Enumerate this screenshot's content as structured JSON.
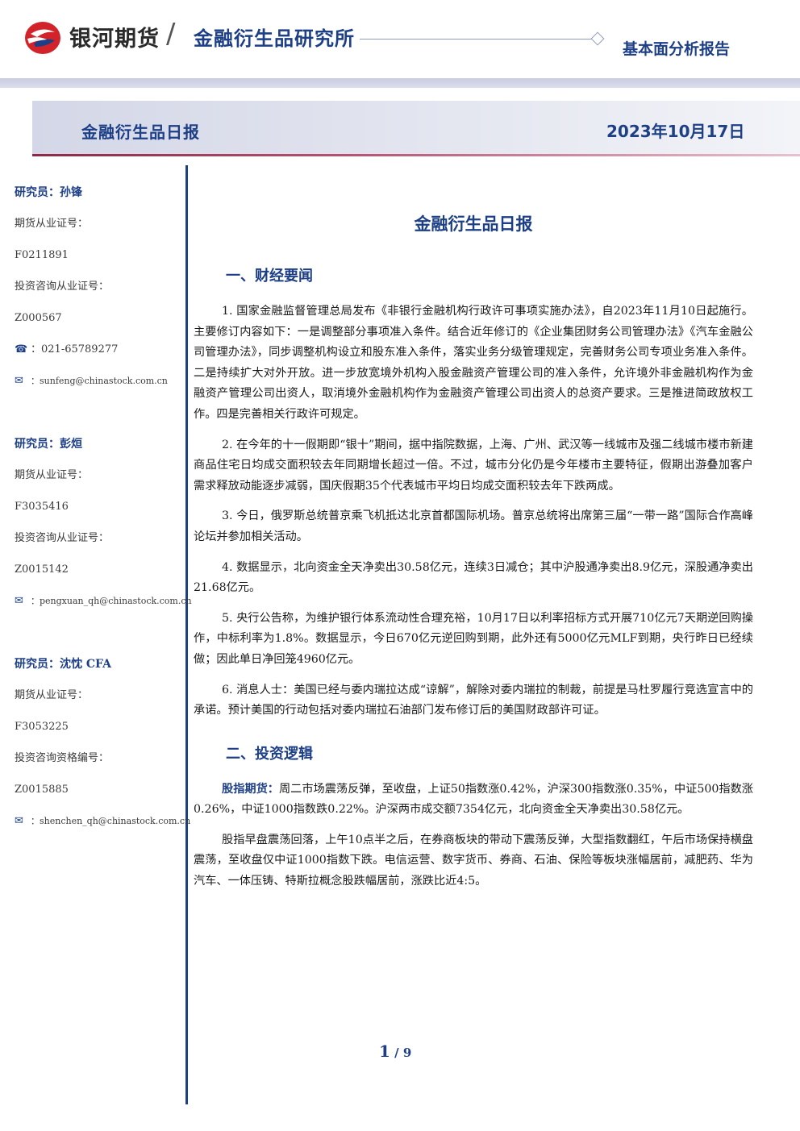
{
  "header": {
    "logo_text": "银河期货",
    "slash": "/",
    "institute": "金融衍生品研究所",
    "report_type": "基本面分析报告"
  },
  "band": {
    "title": "金融衍生品日报",
    "date": "2023年10月17日"
  },
  "sidebar": {
    "analysts": [
      {
        "name": "研究员：孙锋",
        "futures_label": "期货从业证号：",
        "futures_id": "F0211891",
        "advisory_label": "投资咨询从业证号：",
        "advisory_id": "Z000567",
        "phone": "021-65789277",
        "email": "sunfeng@chinastock.com.cn"
      },
      {
        "name": "研究员：彭烜",
        "futures_label": "期货从业证号：",
        "futures_id": "F3035416",
        "advisory_label": "投资咨询从业证号：",
        "advisory_id": "Z0015142",
        "email": "pengxuan_qh@chinastock.com.cn"
      },
      {
        "name": "研究员：沈忱  CFA",
        "futures_label": "期货从业证号：",
        "futures_id": "F3053225",
        "advisory_label": "投资咨询资格编号：",
        "advisory_id": "Z0015885",
        "email": "shenchen_qh@chinastock.com.cn"
      }
    ]
  },
  "main": {
    "title": "金融衍生品日报",
    "sections": [
      {
        "heading": "一、财经要闻",
        "paragraphs": [
          "1. 国家金融监督管理总局发布《非银行金融机构行政许可事项实施办法》，自2023年11月10日起施行。主要修订内容如下：一是调整部分事项准入条件。结合近年修订的《企业集团财务公司管理办法》《汽车金融公司管理办法》，同步调整机构设立和股东准入条件，落实业务分级管理规定，完善财务公司专项业务准入条件。二是持续扩大对外开放。进一步放宽境外机构入股金融资产管理公司的准入条件，允许境外非金融机构作为金融资产管理公司出资人，取消境外金融机构作为金融资产管理公司出资人的总资产要求。三是推进简政放权工作。四是完善相关行政许可规定。",
          "2. 在今年的十一假期即“银十”期间，据中指院数据，上海、广州、武汉等一线城市及强二线城市楼市新建商品住宅日均成交面积较去年同期增长超过一倍。不过，城市分化仍是今年楼市主要特征，假期出游叠加客户需求释放动能逐步减弱，国庆假期35个代表城市平均日均成交面积较去年下跌两成。",
          "3. 今日，俄罗斯总统普京乘飞机抵达北京首都国际机场。普京总统将出席第三届“一带一路”国际合作高峰论坛并参加相关活动。",
          "4. 数据显示，北向资金全天净卖出30.58亿元，连续3日减仓；其中沪股通净卖出8.9亿元，深股通净卖出21.68亿元。",
          "5. 央行公告称，为维护银行体系流动性合理充裕，10月17日以利率招标方式开展710亿元7天期逆回购操作，中标利率为1.8%。数据显示，今日670亿元逆回购到期，此外还有5000亿元MLF到期，央行昨日已经续做；因此单日净回笼4960亿元。",
          "6. 消息人士：美国已经与委内瑞拉达成“谅解”，解除对委内瑞拉的制裁，前提是马杜罗履行竞选宣言中的承诺。预计美国的行动包括对委内瑞拉石油部门发布修订后的美国财政部许可证。"
        ]
      },
      {
        "heading": "二、投资逻辑",
        "lead_label": "股指期货：",
        "lead_text": "周二市场震荡反弹，至收盘，上证50指数涨0.42%，沪深300指数涨0.35%，中证500指数涨0.26%，中证1000指数跌0.22%。沪深两市成交额7354亿元，北向资金全天净卖出30.58亿元。",
        "paragraphs": [
          "股指早盘震荡回落，上午10点半之后，在券商板块的带动下震荡反弹，大型指数翻红，午后市场保持横盘震荡，至收盘仅中证1000指数下跌。电信运营、数字货币、券商、石油、保险等板块涨幅居前，减肥药、华为汽车、一体压铸、特斯拉概念股跌幅居前，涨跌比近4:5。"
        ]
      }
    ]
  },
  "footer": {
    "page_current": "1",
    "page_sep": " / ",
    "page_total": "9"
  },
  "colors": {
    "brand_blue": "#1d3f86",
    "logo_red": "#d2232a",
    "accent_line": "#8b2a44"
  }
}
